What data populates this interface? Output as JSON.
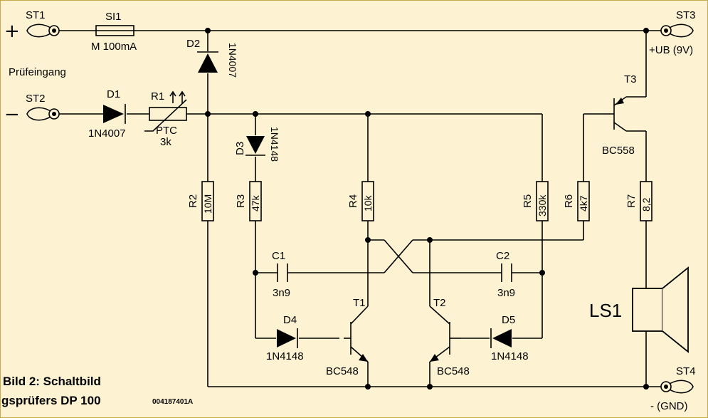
{
  "terminals": {
    "st1": "ST1",
    "st2": "ST2",
    "st3": "ST3",
    "st4": "ST4",
    "plus": "+",
    "minus": "−",
    "ub": "+UB (9V)",
    "gnd": "- (GND)",
    "input": "Prüfeingang"
  },
  "components": {
    "si1": {
      "ref": "SI1",
      "value": "M 100mA"
    },
    "d1": {
      "ref": "D1",
      "value": "1N4007"
    },
    "d2": {
      "ref": "D2",
      "value": "1N4007"
    },
    "d3": {
      "ref": "D3",
      "value": "1N4148"
    },
    "d4": {
      "ref": "D4",
      "value": "1N4148"
    },
    "d5": {
      "ref": "D5",
      "value": "1N4148"
    },
    "r1": {
      "ref": "R1",
      "type": "PTC",
      "value": "3k"
    },
    "r2": {
      "ref": "R2",
      "value": "10M"
    },
    "r3": {
      "ref": "R3",
      "value": "47k"
    },
    "r4": {
      "ref": "R4",
      "value": "10k"
    },
    "r5": {
      "ref": "R5",
      "value": "330k"
    },
    "r6": {
      "ref": "R6",
      "value": "4k7"
    },
    "r7": {
      "ref": "R7",
      "value": "8,2"
    },
    "c1": {
      "ref": "C1",
      "value": "3n9"
    },
    "c2": {
      "ref": "C2",
      "value": "3n9"
    },
    "t1": {
      "ref": "T1",
      "value": "BC548"
    },
    "t2": {
      "ref": "T2",
      "value": "BC548"
    },
    "t3": {
      "ref": "T3",
      "value": "BC558"
    },
    "ls1": {
      "ref": "LS1"
    }
  },
  "caption": {
    "line1": "Bild 2: Schaltbild",
    "line2": "gsprüfers DP 100",
    "code": "004187401A"
  },
  "colors": {
    "background": "#fdf3d2",
    "border": "#c9a94a",
    "ink": "#000000"
  }
}
